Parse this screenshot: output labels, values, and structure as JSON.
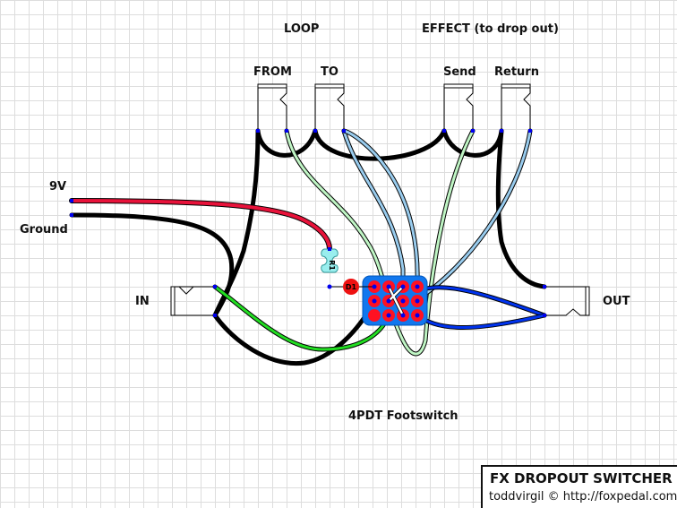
{
  "diagram": {
    "title": "FX DROPOUT SWITCHER",
    "credit": "toddvirgil © http://foxpedal.com",
    "section_labels": {
      "loop": "LOOP",
      "effect": "EFFECT (to drop out)"
    },
    "jacks": {
      "loop_from": "FROM",
      "loop_to": "TO",
      "effect_send": "Send",
      "effect_return": "Return",
      "input": "IN",
      "output": "OUT"
    },
    "power": {
      "positive": "9V",
      "ground": "Ground"
    },
    "components": {
      "resistor": "R1",
      "led": "D1",
      "switch": "4PDT Footswitch"
    },
    "colors": {
      "wire_power": "#e8123a",
      "wire_ground": "#000000",
      "wire_signal_green": "#22dd22",
      "wire_light_green": "#bff5c4",
      "wire_light_blue": "#99ccee",
      "wire_blue": "#0033ee",
      "switch_body": "#1177ee",
      "lug": "#ff1122",
      "terminal": "#0000ee",
      "resistor_body": "#99eeee",
      "led_body": "#ee1111"
    }
  }
}
